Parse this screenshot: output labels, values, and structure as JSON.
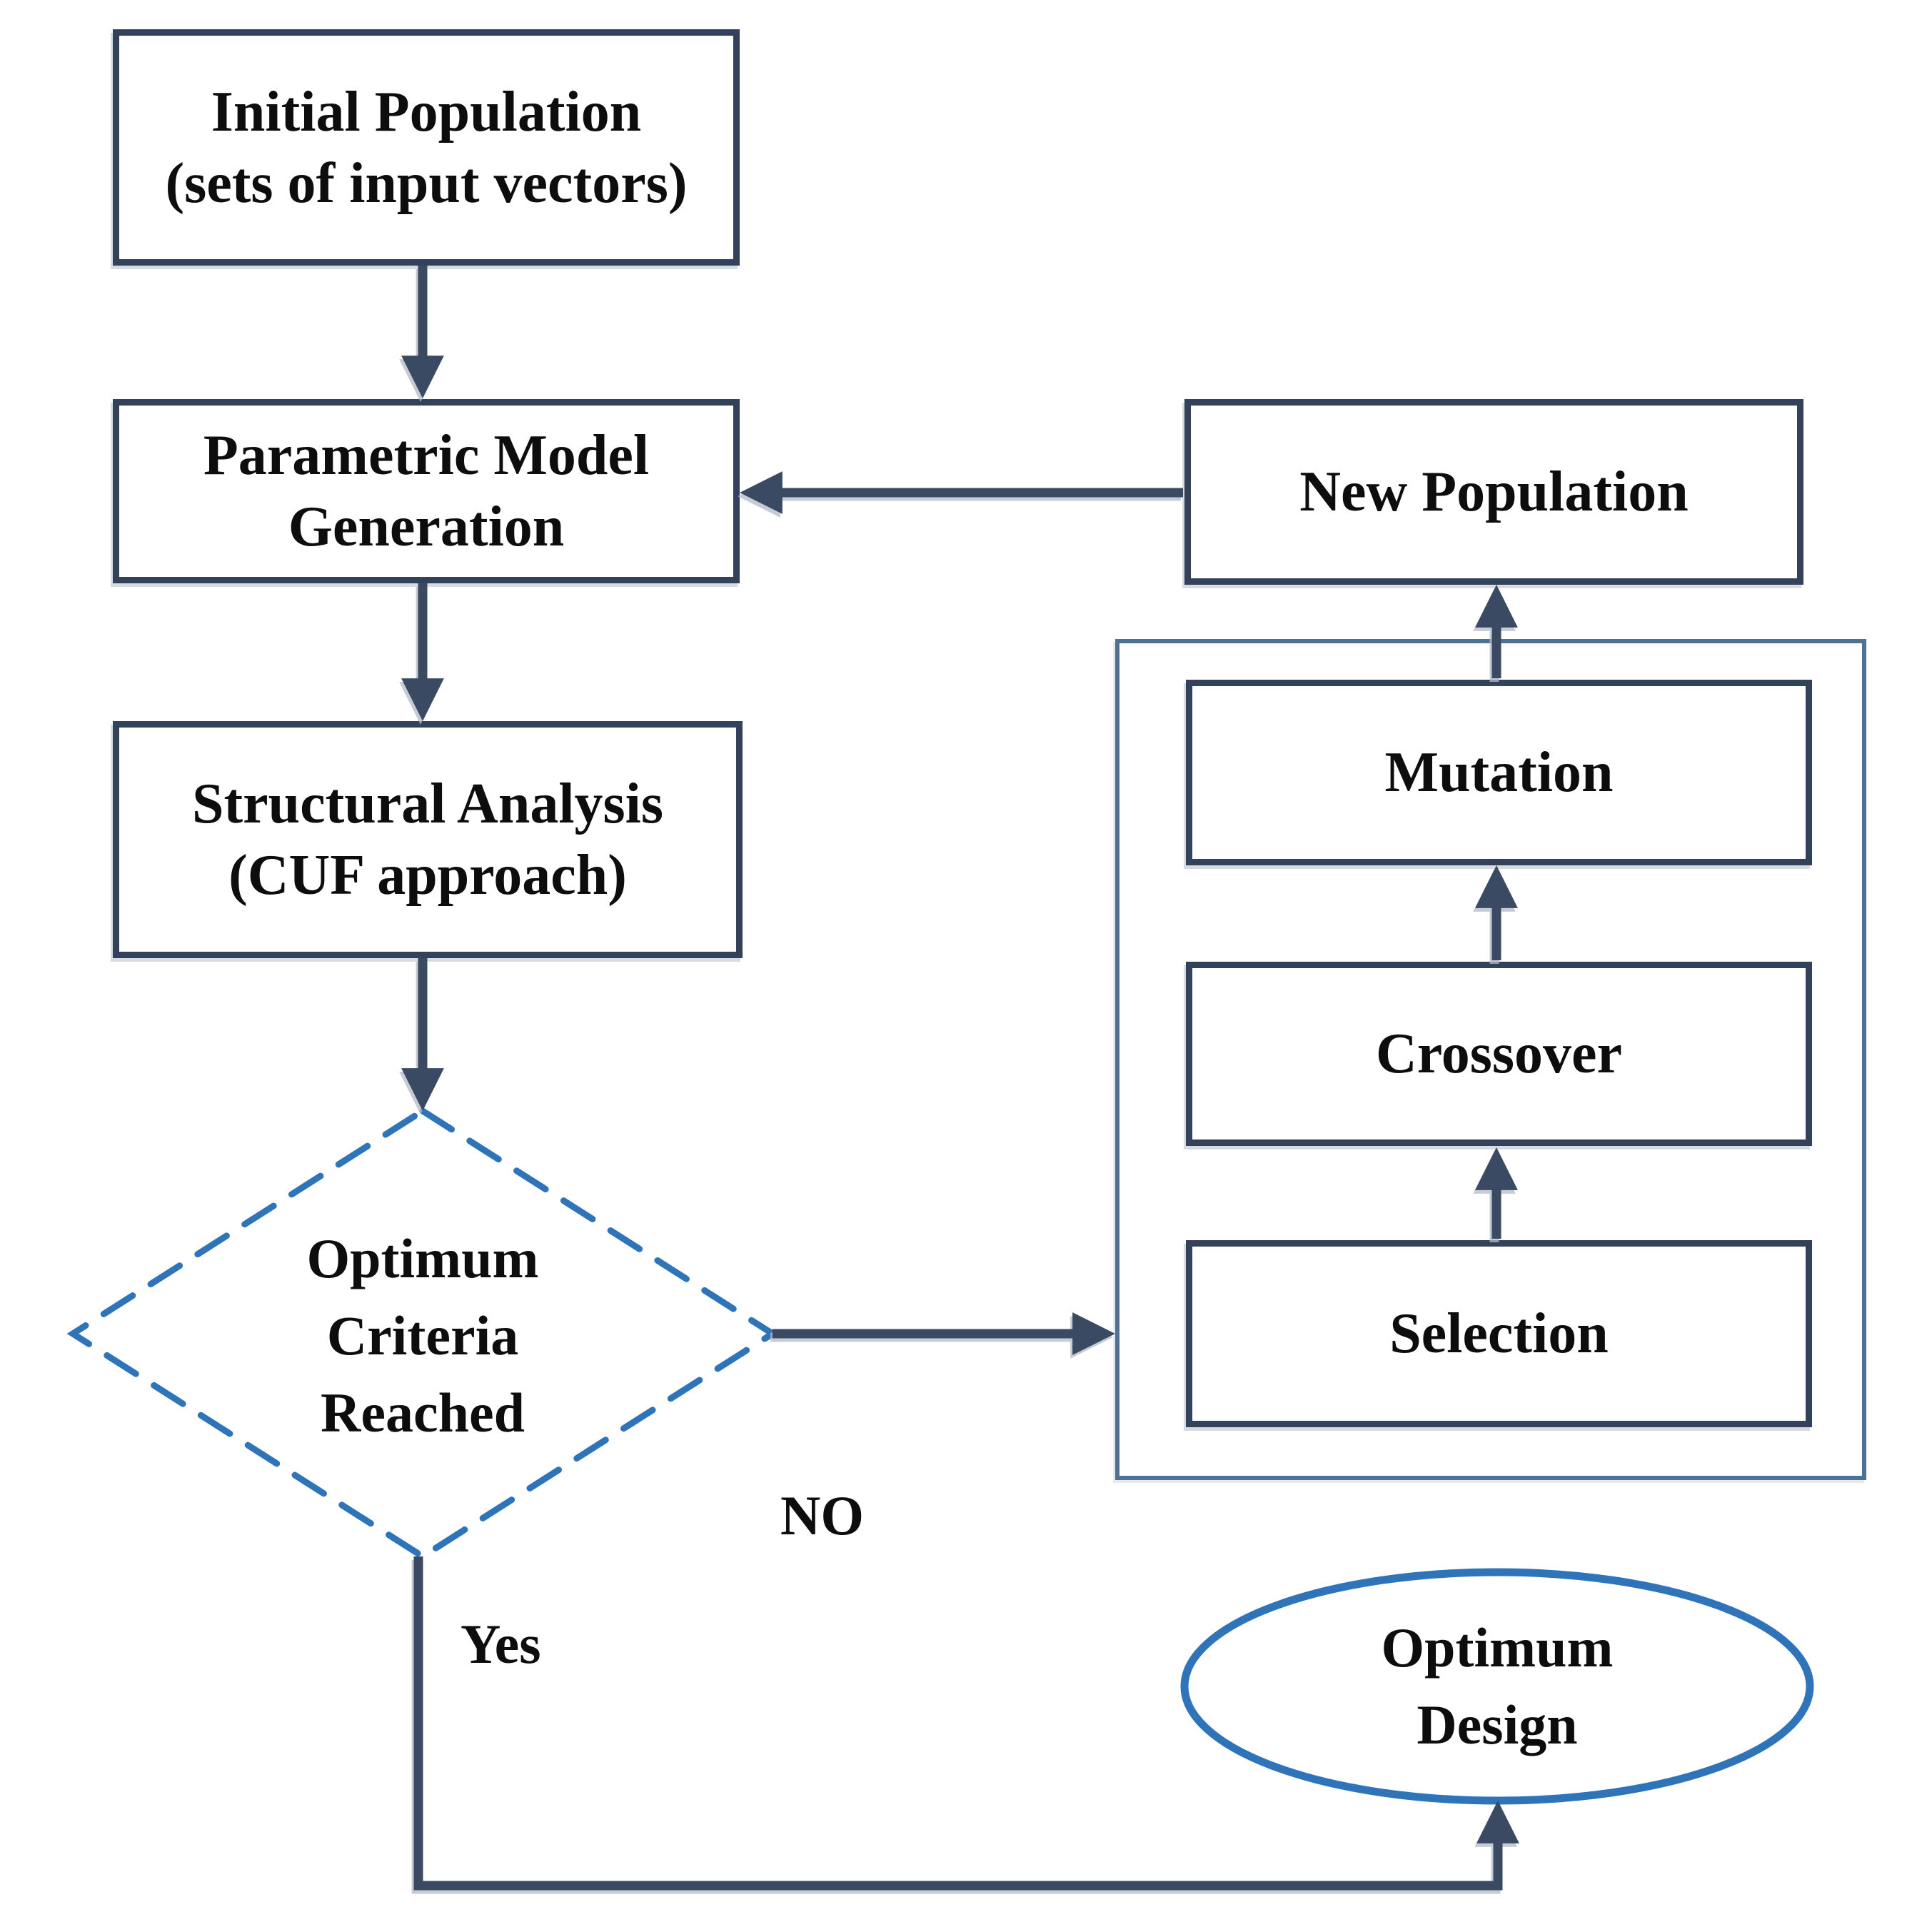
{
  "diagram": {
    "nodes": {
      "initial_population": {
        "lines": [
          "Initial Population",
          "(sets of input vectors)"
        ]
      },
      "parametric_model_generation": {
        "lines": [
          "Parametric Model",
          "Generation"
        ]
      },
      "structural_analysis": {
        "lines": [
          "Structural Analysis",
          "(CUF approach)"
        ]
      },
      "optimum_criteria_decision": {
        "lines": [
          "Optimum",
          "Criteria",
          "Reached"
        ]
      },
      "new_population": {
        "lines": [
          "New Population"
        ]
      },
      "mutation": {
        "lines": [
          "Mutation"
        ]
      },
      "crossover": {
        "lines": [
          "Crossover"
        ]
      },
      "selection": {
        "lines": [
          "Selection"
        ]
      },
      "optimum_design": {
        "lines": [
          "Optimum",
          "Design"
        ]
      }
    },
    "edge_labels": {
      "no": "NO",
      "yes": "Yes"
    },
    "colors": {
      "box_border": "#34415a",
      "container_border": "#4d7299",
      "shape_blue": "#2f74b9",
      "arrow": "#3a4a63",
      "text": "#0d0d0d",
      "background": "#ffffff"
    }
  }
}
